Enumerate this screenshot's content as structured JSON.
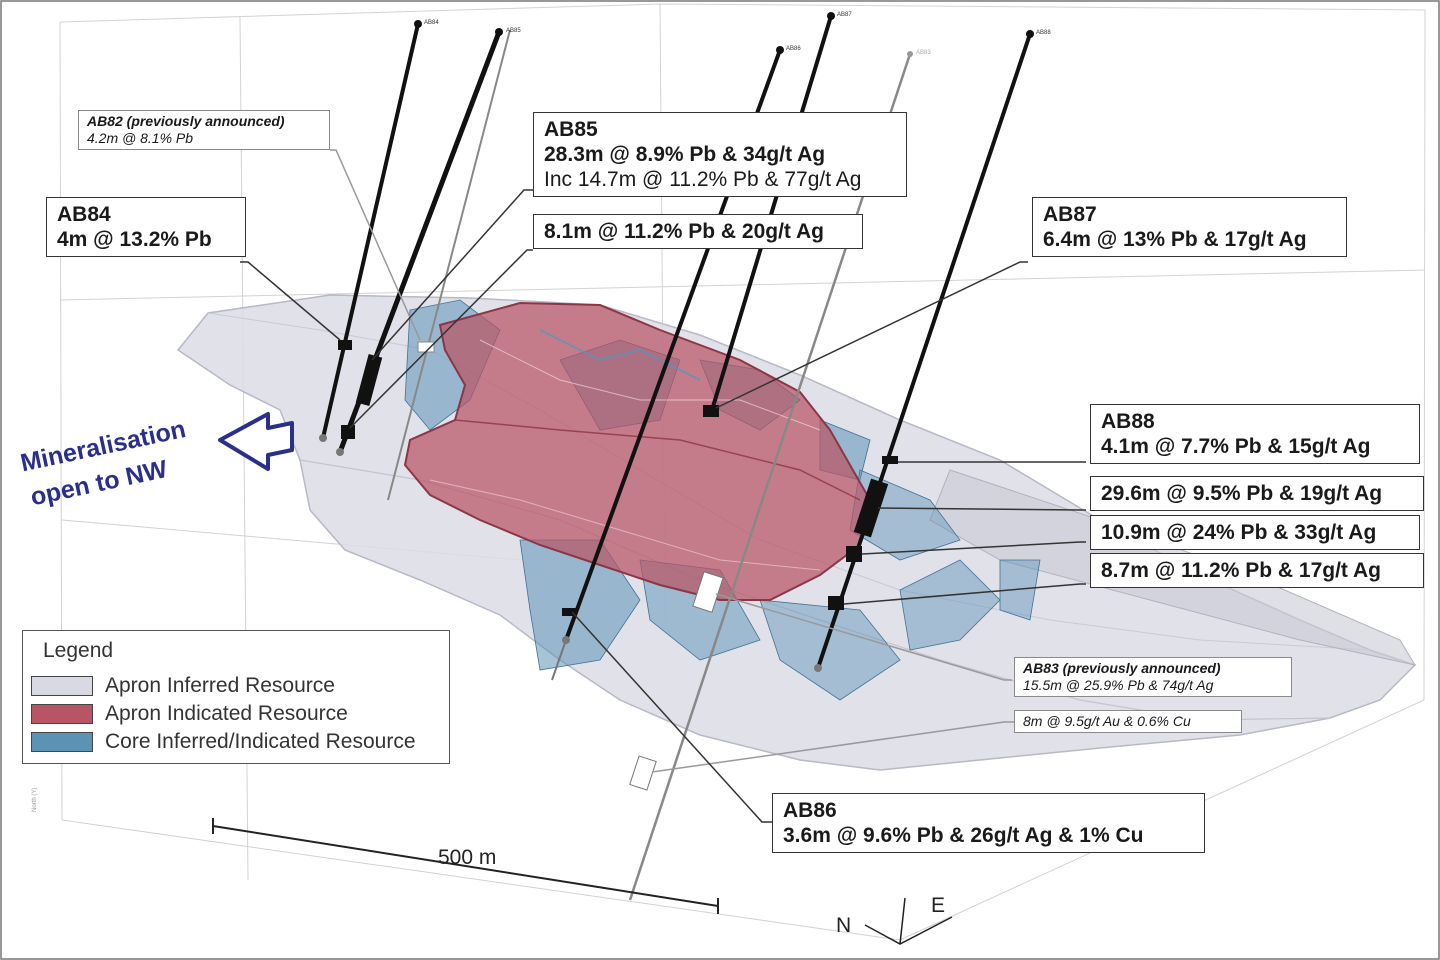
{
  "callouts": {
    "ab82": {
      "title": "AB82 (previously announced)",
      "line1": "4.2m @ 8.1% Pb"
    },
    "ab85": {
      "title": "AB85",
      "line1": "28.3m @ 8.9% Pb & 34g/t Ag",
      "line2": "Inc 14.7m @ 11.2% Pb & 77g/t Ag"
    },
    "ab85b": {
      "line1": "8.1m @ 11.2% Pb & 20g/t Ag"
    },
    "ab84": {
      "title": "AB84",
      "line1": "4m @ 13.2% Pb"
    },
    "ab87": {
      "title": "AB87",
      "line1": "6.4m @ 13% Pb & 17g/t Ag"
    },
    "ab88": {
      "title": "AB88",
      "line1": "4.1m @ 7.7% Pb & 15g/t Ag"
    },
    "ab88b": {
      "line1": "29.6m @ 9.5% Pb & 19g/t Ag"
    },
    "ab88c": {
      "line1": "10.9m @ 24% Pb & 33g/t Ag"
    },
    "ab88d": {
      "line1": "8.7m @ 11.2% Pb & 17g/t Ag"
    },
    "ab83": {
      "title": "AB83 (previously announced)",
      "line1": "15.5m @ 25.9% Pb & 74g/t Ag"
    },
    "au": {
      "line1": "8m @ 9.5g/t Au & 0.6% Cu"
    },
    "ab86": {
      "title": "AB86",
      "line1": "3.6m @ 9.6% Pb & 26g/t Ag & 1% Cu"
    }
  },
  "collar_labels": {
    "ab84": "AB84",
    "ab85": "AB85",
    "ab86": "AB86",
    "ab87": "AB87",
    "ab88": "AB88",
    "ab83": "AB83"
  },
  "arrow_label": {
    "line1": "Mineralisation",
    "line2": "open to NW"
  },
  "legend": {
    "title": "Legend",
    "items": [
      {
        "label": "Apron Inferred Resource",
        "color": "#d9d9e3"
      },
      {
        "label": "Apron Indicated Resource",
        "color": "#b85565"
      },
      {
        "label": "Core Inferred/Indicated Resource",
        "color": "#5c93b5"
      }
    ]
  },
  "scale": {
    "label": "500 m"
  },
  "compass": {
    "north": "N",
    "east": "E"
  },
  "axis_tag": "North (Y)",
  "colors": {
    "arrow": "#2b2f8c",
    "apron_inferred": "#d9d9e3",
    "apron_indicated": "#b85565",
    "core": "#5c93b5"
  }
}
